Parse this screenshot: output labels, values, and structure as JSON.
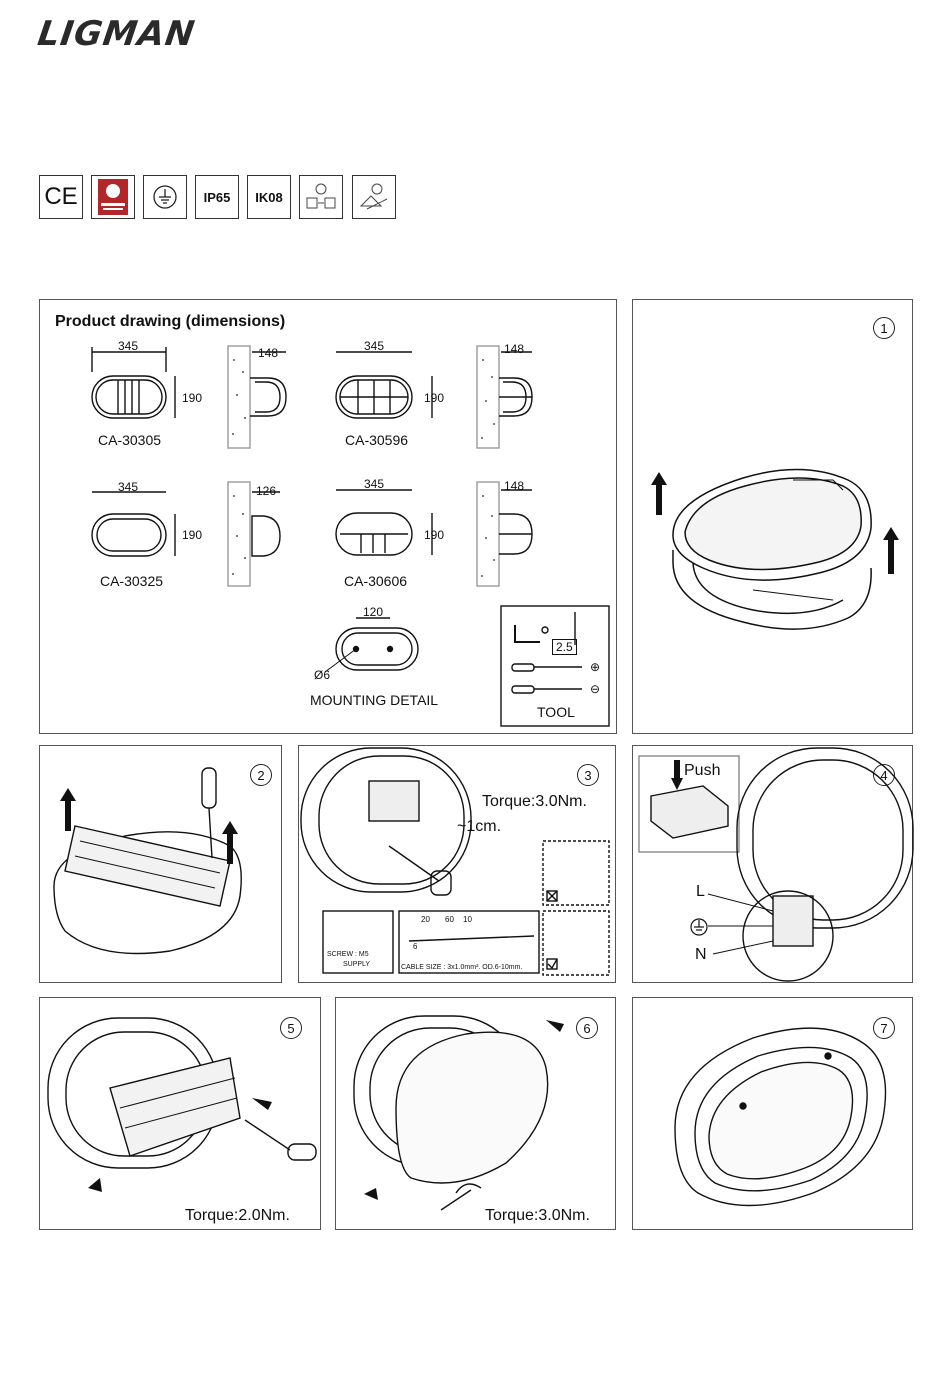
{
  "brand": "LIGMAN",
  "certifications": [
    "CE",
    "",
    "",
    "IP65",
    "IK08",
    "",
    ""
  ],
  "product_drawing": {
    "title": "Product drawing (dimensions)",
    "models": [
      {
        "code": "CA-30305",
        "width": "345",
        "height": "190",
        "depth": "148"
      },
      {
        "code": "CA-30596",
        "width": "345",
        "height": "190",
        "depth": "148"
      },
      {
        "code": "CA-30325",
        "width": "345",
        "height": "190",
        "depth": "126"
      },
      {
        "code": "CA-30606",
        "width": "345",
        "height": "190",
        "depth": "148"
      }
    ],
    "mounting": {
      "spacing": "120",
      "hole": "Ø6",
      "label": "MOUNTING DETAIL"
    },
    "tool": {
      "hex": "2.5",
      "label": "TOOL",
      "plus": "⊕",
      "minus": "⊖"
    }
  },
  "steps": {
    "s1": {
      "num": "1"
    },
    "s2": {
      "num": "2"
    },
    "s3": {
      "num": "3",
      "torque": "Torque:3.0Nm.",
      "strip": "~1cm.",
      "screw1": "SCREW : M5",
      "screw2": "SUPPLY",
      "cable": "CABLE SIZE : 3x1.0mm². OD.6-10mm.",
      "d20": "20",
      "d60": "60",
      "d10": "10",
      "d6": "6"
    },
    "s4": {
      "num": "4",
      "push": "Push",
      "L": "L",
      "N": "N"
    },
    "s5": {
      "num": "5",
      "torque": "Torque:2.0Nm."
    },
    "s6": {
      "num": "6",
      "torque": "Torque:3.0Nm."
    },
    "s7": {
      "num": "7"
    }
  }
}
